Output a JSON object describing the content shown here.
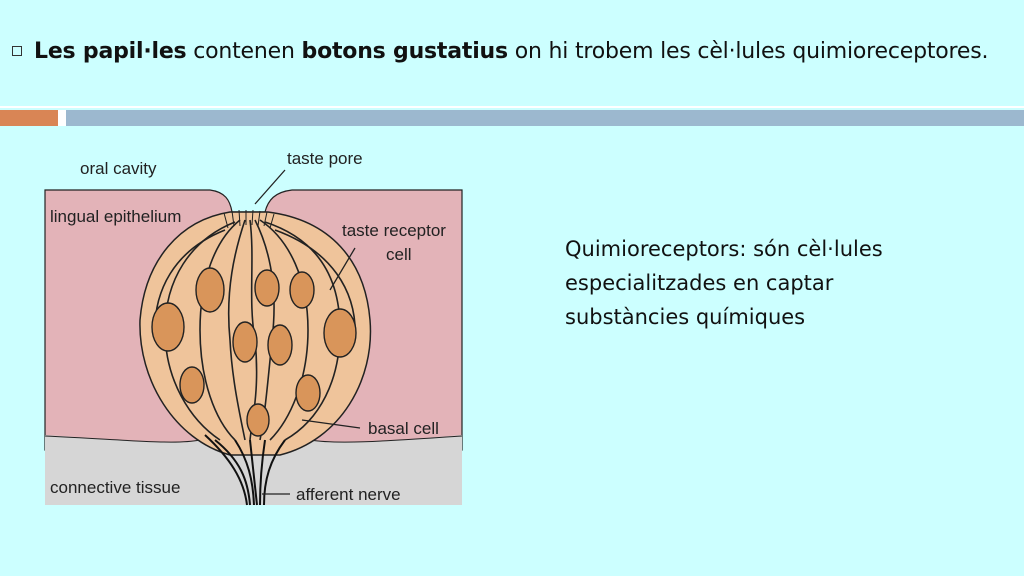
{
  "bullet": {
    "bold1": "Les papil·les",
    "text1": " contenen ",
    "bold2": "botons gustatius",
    "text2": " on hi trobem les cèl·lules quimioreceptores."
  },
  "diagram": {
    "labels": {
      "oral_cavity": "oral cavity",
      "taste_pore": "taste pore",
      "lingual_epithelium": "lingual epithelium",
      "taste_receptor_cell_1": "taste receptor",
      "taste_receptor_cell_2": "cell",
      "basal_cell": "basal cell",
      "connective_tissue": "connective tissue",
      "afferent_nerve": "afferent nerve"
    }
  },
  "side_text": "Quimioreceptors: són cèl·lules especialitzades en captar substàncies químiques",
  "colors": {
    "background": "#ccffff",
    "accent_orange": "#d98555",
    "accent_blue": "#9cb8cf",
    "epithelium": "#e3b3b8",
    "connective": "#d6d6d6",
    "bud": "#efc49b",
    "nucleus": "#d9955a"
  }
}
